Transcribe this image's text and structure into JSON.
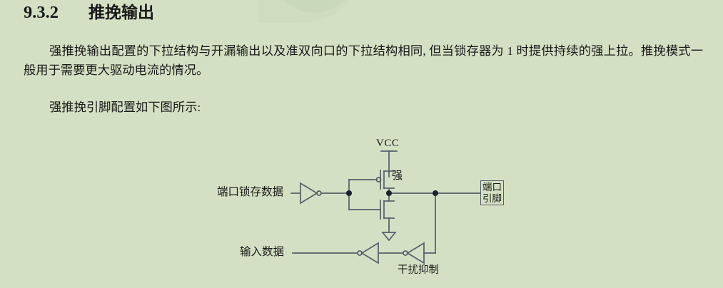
{
  "document": {
    "background_color": "#d4e0c3",
    "heading": {
      "number": "9.3.2",
      "title": "推挽输出"
    },
    "paragraphs": [
      "强推挽输出配置的下拉结构与开漏输出以及准双向口的下拉结构相同, 但当锁存器为 1 时提供持续的强上拉。推挽模式一般用于需要更大驱动电流的情况。",
      "强推挽引脚配置如下图所示:"
    ]
  },
  "figure": {
    "name": "push-pull-output-circuit",
    "labels": {
      "vcc": "VCC",
      "strong": "强",
      "port_latch_data": "端口锁存数据",
      "input_data": "输入数据",
      "noise_suppression": "干扰抑制",
      "port_pin_line1": "端口",
      "port_pin_line2": "引脚"
    },
    "colors": {
      "wire": "#555f6b",
      "node": "#1b2330",
      "box_border": "#555f6b"
    }
  }
}
